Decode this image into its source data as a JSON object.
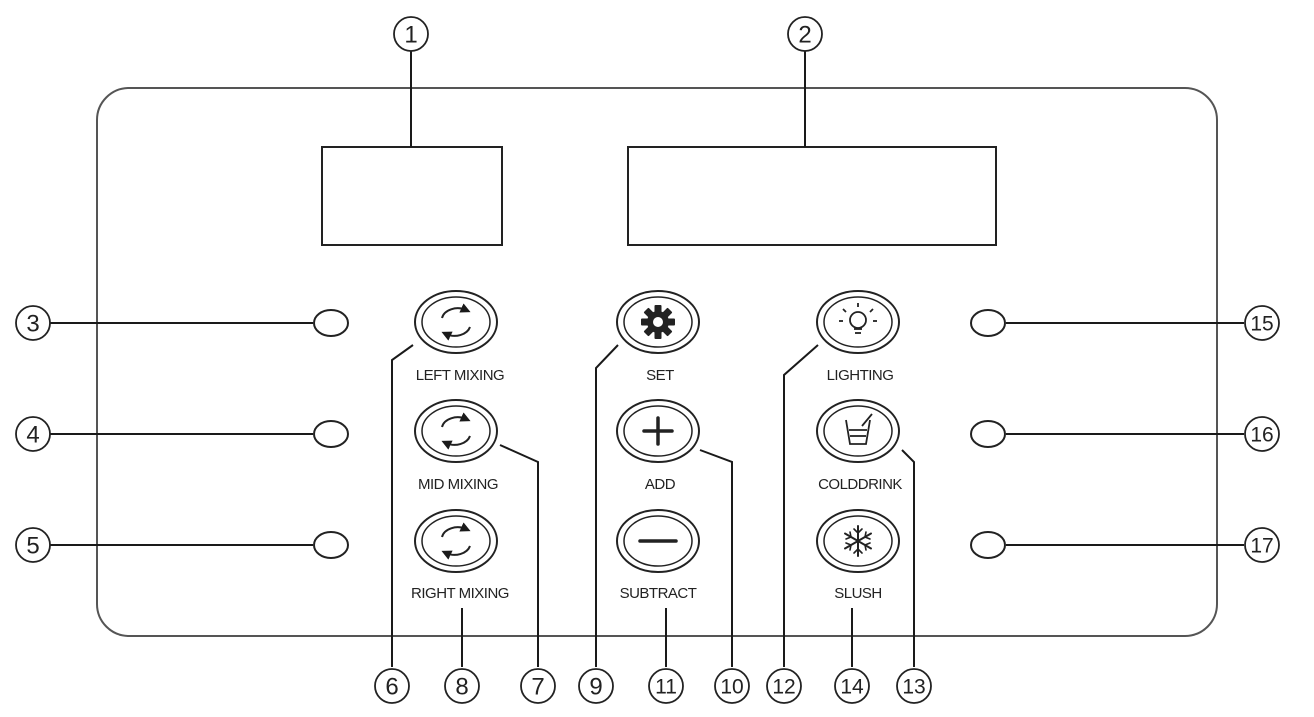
{
  "panel": {
    "buttons": {
      "left_mixing": "LEFT MIXING",
      "mid_mixing": "MID MIXING",
      "right_mixing": "RIGHT MIXING",
      "set": "SET",
      "add": "ADD",
      "subtract": "SUBTRACT",
      "lighting": "LIGHTING",
      "colddrink": "COLDDRINK",
      "slush": "SLUSH"
    }
  },
  "callouts": [
    "1",
    "2",
    "3",
    "4",
    "5",
    "6",
    "8",
    "7",
    "9",
    "11",
    "10",
    "12",
    "14",
    "13",
    "15",
    "16",
    "17"
  ],
  "colors": {
    "line": "#1a1a1a",
    "panel_border": "#555555"
  },
  "icons": {
    "mixing": "rotate-arrows-icon",
    "set": "gear-icon",
    "add": "plus-icon",
    "subtract": "minus-icon",
    "lighting": "lightbulb-icon",
    "colddrink": "cup-icon",
    "slush": "snowflake-icon"
  }
}
